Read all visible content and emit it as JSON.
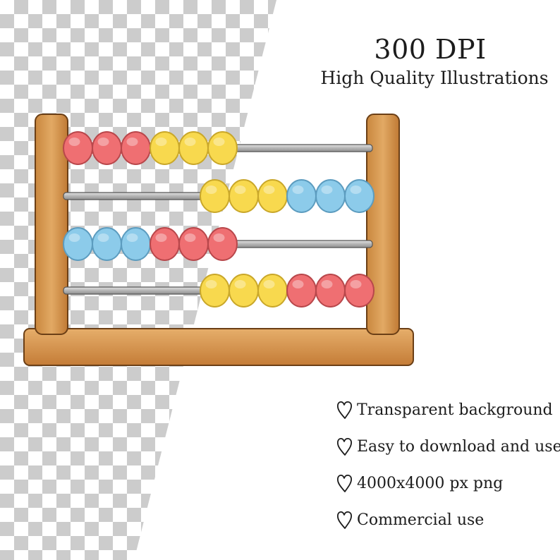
{
  "header": {
    "title": "300 DPI",
    "subtitle": "High Quality Illustrations"
  },
  "features": [
    {
      "icon": "heart-outline-icon",
      "label": "Transparent background"
    },
    {
      "icon": "heart-outline-icon",
      "label": "Easy to download and use"
    },
    {
      "icon": "heart-outline-icon",
      "label": "4000x4000 px png"
    },
    {
      "icon": "heart-outline-icon",
      "label": "Commercial use"
    }
  ],
  "illustration": {
    "subject": "abacus",
    "bead_colors": {
      "red": "#ef6f72",
      "yellow": "#f8d94e",
      "blue": "#8ccbea"
    },
    "frame_color": "#d79a52",
    "rod_color": "#b9b9b9",
    "rows": [
      {
        "left_beads": [
          "red",
          "red",
          "red",
          "yellow",
          "yellow",
          "yellow"
        ],
        "right_beads": []
      },
      {
        "left_beads": [],
        "right_beads": [
          "yellow",
          "yellow",
          "yellow",
          "blue",
          "blue",
          "blue"
        ]
      },
      {
        "left_beads": [
          "blue",
          "blue",
          "blue",
          "red",
          "red",
          "red"
        ],
        "right_beads": []
      },
      {
        "left_beads": [],
        "right_beads": [
          "yellow",
          "yellow",
          "yellow",
          "red",
          "red",
          "red"
        ]
      }
    ]
  },
  "background": {
    "left_pattern": "transparency-checkerboard",
    "right_color": "#ffffff"
  }
}
